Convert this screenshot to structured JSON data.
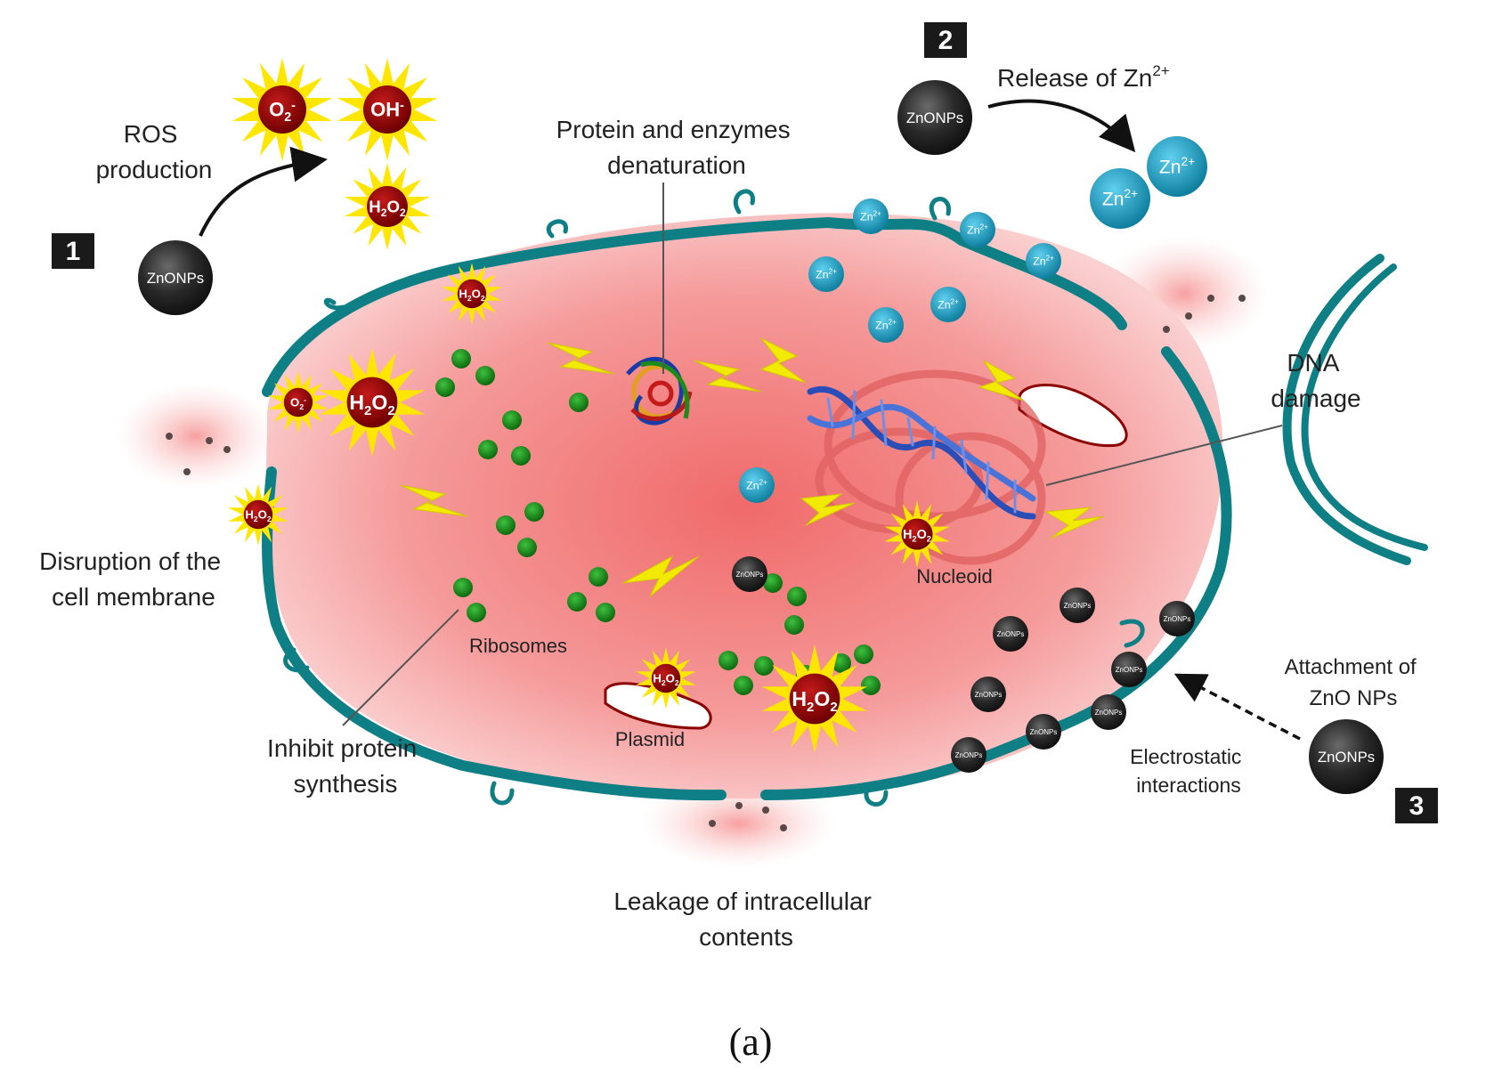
{
  "colors": {
    "membrane": "#0f7f86",
    "cytoplasm": "#f08a8a",
    "ribosome": "#1a8a1a",
    "ros_core": "#8b0000",
    "ros_star": "#ffe600",
    "zn_ion": "#1b9fc4",
    "nanoparticle": "#2a2a2a",
    "bolt": "#f2ea00",
    "badge": "#1a1a1a"
  },
  "steps": [
    {
      "number": "1"
    },
    {
      "number": "2"
    },
    {
      "number": "3"
    }
  ],
  "labels": {
    "ros_production": [
      "ROS",
      "production"
    ],
    "release_zn": "Release of Zn",
    "release_zn_sup": "2+",
    "protein_denaturation": [
      "Protein and enzymes",
      "denaturation"
    ],
    "dna_damage": [
      "DNA",
      "damage"
    ],
    "disruption": [
      "Disruption of the",
      "cell membrane"
    ],
    "inhibit": [
      "Inhibit protein",
      "synthesis"
    ],
    "leakage": [
      "Leakage of intracellular",
      "contents"
    ],
    "attachment": [
      "Attachment of",
      "ZnO NPs"
    ],
    "electrostatic": [
      "Electrostatic",
      "interactions"
    ],
    "ribosomes": "Ribosomes",
    "plasmid": "Plasmid",
    "nucleoid": "Nucleoid",
    "panel": "(a)"
  },
  "particle_label": "ZnONPs",
  "zn_label": "Zn",
  "zn_sup": "2+",
  "ros": {
    "superoxide": "O",
    "superoxide_sub": "2",
    "superoxide_sup": "-",
    "hydroxyl": "OH",
    "hydroxyl_sup": "-",
    "peroxide_a": "H",
    "peroxide_sub": "2",
    "peroxide_b": "O",
    "peroxide_sub2": "2"
  }
}
